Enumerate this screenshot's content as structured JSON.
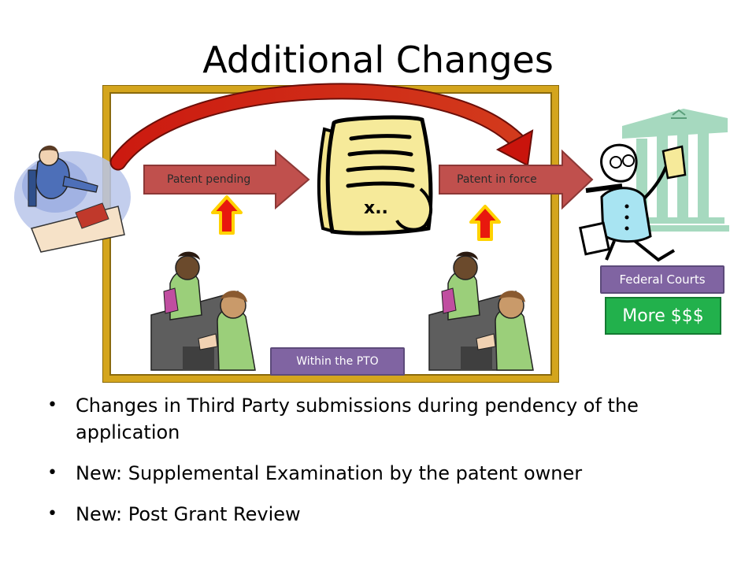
{
  "title": "Additional Changes",
  "diagram": {
    "patent_pending_label": "Patent pending",
    "patent_in_force_label": "Patent in force",
    "within_pto_label": "Within the PTO",
    "federal_courts_label": "Federal Courts",
    "more_money_label": "More $$$",
    "document_mark": "x..",
    "colors": {
      "arrow_red": "#c0504d",
      "curve_red": "#cc1a10",
      "up_arrow_red": "#e8180e",
      "up_arrow_outline": "#ffd200",
      "box_gold": "#d4a51d",
      "purple": "#8064a2",
      "green": "#22b14c"
    }
  },
  "bullets": [
    {
      "text": "Changes in Third Party submissions during pendency of the application"
    },
    {
      "text": "New: Supplemental Examination by the patent owner"
    },
    {
      "text": "New: Post Grant Review"
    }
  ]
}
